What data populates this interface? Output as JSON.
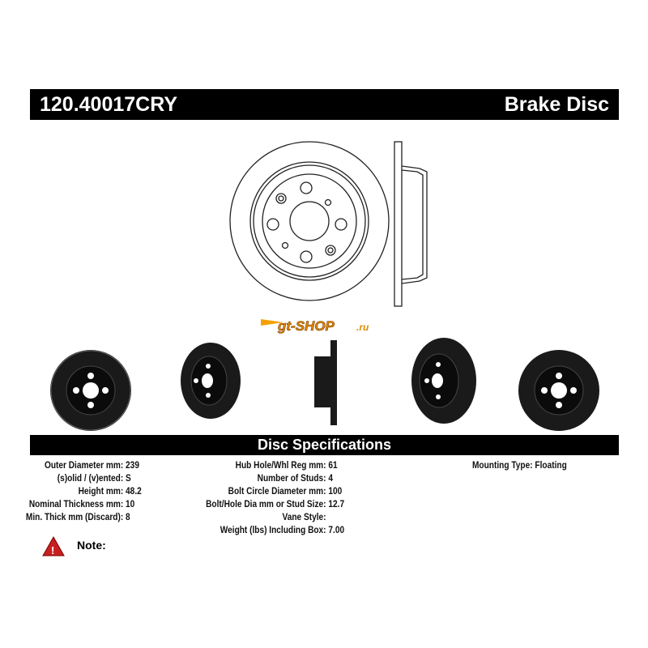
{
  "header": {
    "part_number": "120.40017CRY",
    "product_type": "Brake Disc"
  },
  "watermark": "gt-shop.ru",
  "specs": {
    "title": "Disc Specifications",
    "col1": [
      {
        "label": "Outer Diameter mm:",
        "value": "239"
      },
      {
        "label": "(s)olid / (v)ented:",
        "value": "S"
      },
      {
        "label": "Height mm:",
        "value": "48.2"
      },
      {
        "label": "Nominal Thickness mm:",
        "value": "10"
      },
      {
        "label": "Min. Thick mm (Discard):",
        "value": "8"
      }
    ],
    "col2": [
      {
        "label": "Hub Hole/Whl Reg mm:",
        "value": "61"
      },
      {
        "label": "Number of Studs:",
        "value": "4"
      },
      {
        "label": "Bolt Circle Diameter mm:",
        "value": "100"
      },
      {
        "label": "Bolt/Hole Dia mm or Stud Size:",
        "value": "12.7"
      },
      {
        "label": "Vane Style:",
        "value": ""
      },
      {
        "label": "Weight (lbs) Including Box:",
        "value": "7.00"
      }
    ],
    "col3": [
      {
        "label": "Mounting Type:",
        "value": "Floating"
      }
    ]
  },
  "note": {
    "icon": "warning-icon",
    "label": "Note:"
  }
}
